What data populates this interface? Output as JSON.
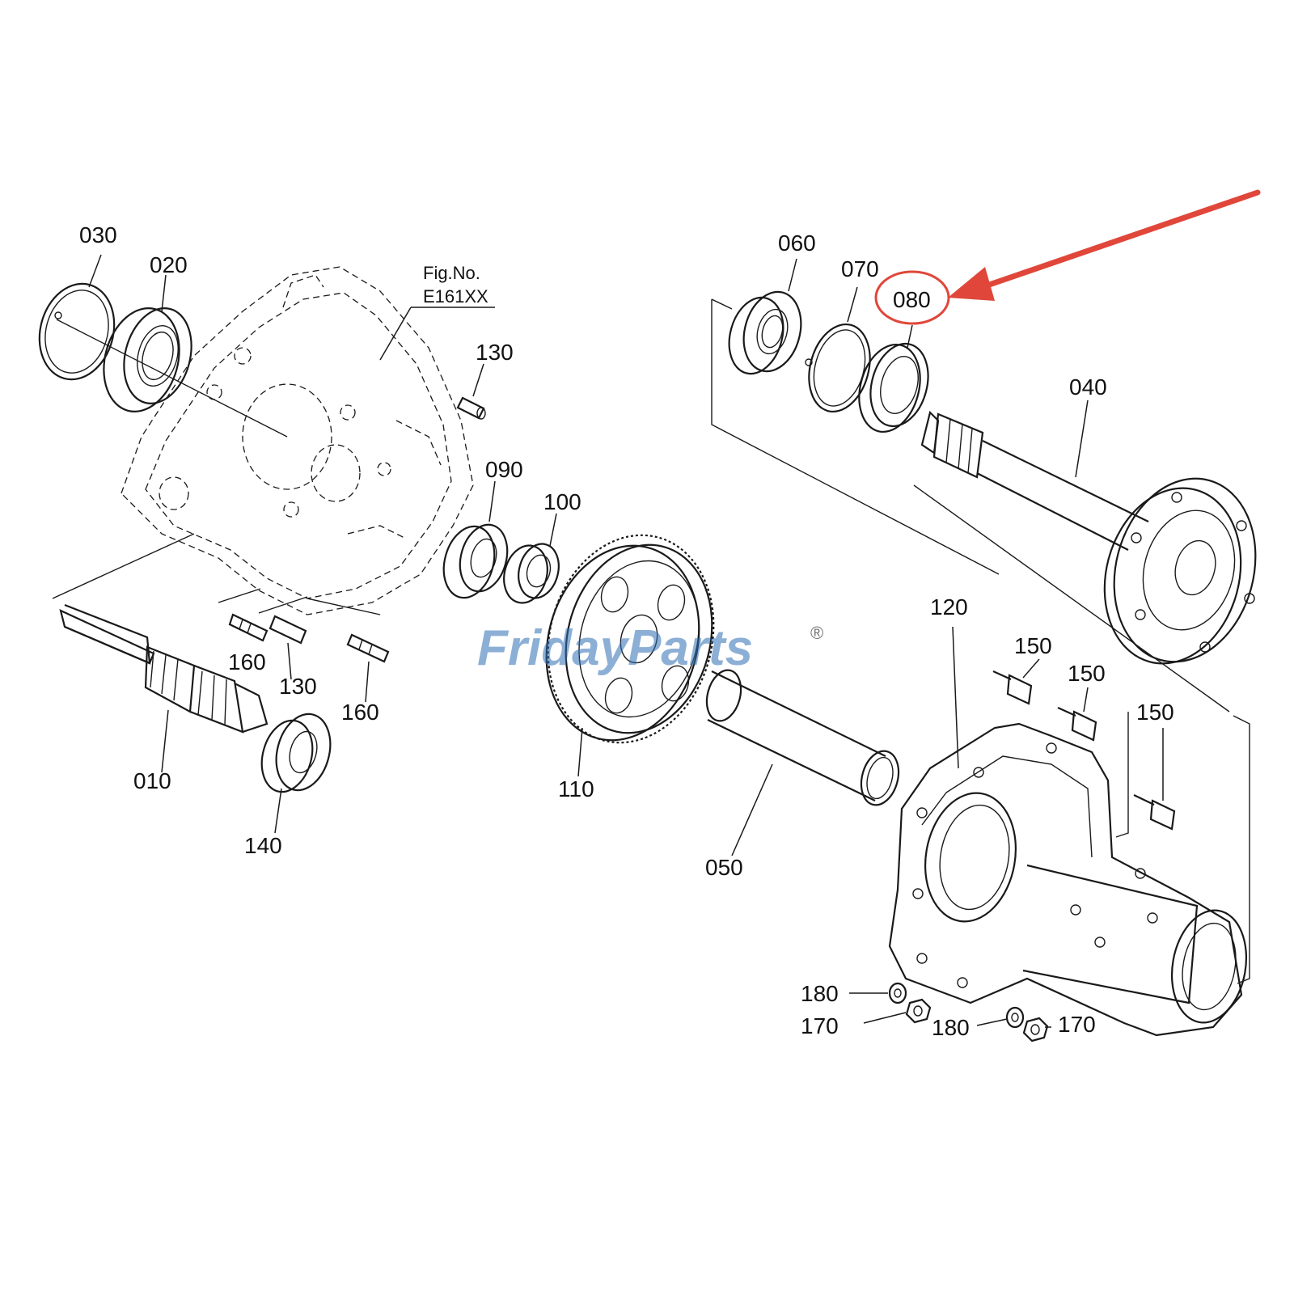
{
  "figure": {
    "fig_no_label": "Fig.No.",
    "fig_no_value": "E161XX"
  },
  "watermark": {
    "part1": "Friday",
    "part2": "Parts",
    "reg": "®",
    "color_blue": "#2f6fb5",
    "color_orange": "#f08a1c"
  },
  "highlight": {
    "part_no": "080",
    "color": "#e0473a"
  },
  "labels": {
    "p030": "030",
    "p020": "020",
    "p060": "060",
    "p070": "070",
    "p080": "080",
    "p130a": "130",
    "p040": "040",
    "p090": "090",
    "p100": "100",
    "p120": "120",
    "p150a": "150",
    "p150b": "150",
    "p150c": "150",
    "p160a": "160",
    "p130b": "130",
    "p160b": "160",
    "p010": "010",
    "p110": "110",
    "p140": "140",
    "p050": "050",
    "p180a": "180",
    "p170a": "170",
    "p180b": "180",
    "p170b": "170"
  }
}
